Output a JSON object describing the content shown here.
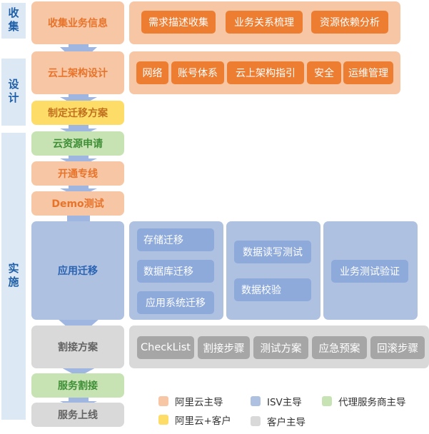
{
  "phases": {
    "collect": "收集",
    "design": "设计",
    "implement": "实施"
  },
  "stages": {
    "collect_info": "收集业务信息",
    "cloud_arch": "云上架构设计",
    "migration_plan": "制定迁移方案",
    "resource_apply": "云资源申请",
    "dedicated_line": "开通专线",
    "demo_test": "Demo测试",
    "app_migration": "应用迁移",
    "cutover_plan": "割接方案",
    "service_cutover": "服务割接",
    "service_launch": "服务上线"
  },
  "collect_items": [
    "需求描述收集",
    "业务关系梳理",
    "资源依赖分析"
  ],
  "design_items": [
    "网络",
    "账号体系",
    "云上架构指引",
    "安全",
    "运维管理"
  ],
  "migration_col1": [
    "存储迁移",
    "数据库迁移",
    "应用系统迁移"
  ],
  "migration_col2": [
    "数据读写测试",
    "数据校验"
  ],
  "migration_col3": [
    "业务测试验证"
  ],
  "cutover_items": [
    "CheckList",
    "割接步骤",
    "测试方案",
    "应急预案",
    "回滚步骤"
  ],
  "legend": {
    "aliyun": "阿里云主导",
    "isv": "ISV主导",
    "agent": "代理服务商主导",
    "aliyun_customer": "阿里云+客户",
    "customer": "客户主导"
  },
  "colors": {
    "phase_bg": "#dde8f5",
    "peach": "#f7c7a5",
    "orange": "#ed7d31",
    "yellow": "#fedc68",
    "green": "#c8e3b3",
    "blue": "#aec1e1",
    "chip_blue": "#8eaadb",
    "gray": "#d9d9d9",
    "chip_gray": "#a6a6a6",
    "arrow": "#8eaadb"
  }
}
